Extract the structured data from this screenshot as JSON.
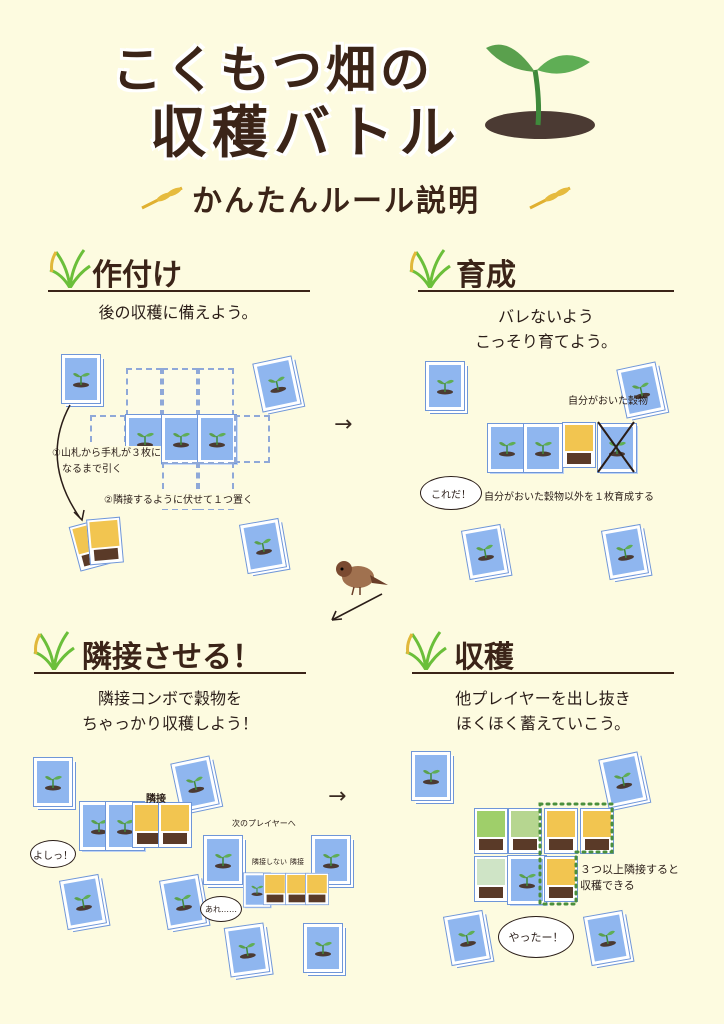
{
  "header": {
    "title_line1": "こくもつ畑の",
    "title_line2": "収穫バトル",
    "subtitle": "かんたんルール説明"
  },
  "sections": {
    "planting": {
      "title": "作付け",
      "desc": "後の収穫に備えよう。",
      "note1": "①山札から手札が３枚に\n　なるまで引く",
      "note2": "②隣接するように伏せて１つ置く"
    },
    "growing": {
      "title": "育成",
      "desc": "バレないよう\nこっそり育てよう。",
      "note1": "自分がおいた穀物",
      "note2": "自分がおいた穀物以外を１枚育成する",
      "bubble": "これだ！"
    },
    "adjacent": {
      "title": "隣接させる！",
      "desc": "隣接コンボで穀物を\nちゃっかり収穫しよう！",
      "label_adjacent": "隣接",
      "label_next": "次のプレイヤーへ",
      "label_not_adjacent": "隣接しない",
      "label_adjacent2": "隣接",
      "bubble1": "よしっ！",
      "bubble2": "あれ……"
    },
    "harvest": {
      "title": "収穫",
      "desc": "他プレイヤーを出し抜き\nほくほく蓄えていこう。",
      "note": "３つ以上隣接すると\n収穫できる",
      "bubble": "やったー！"
    }
  },
  "colors": {
    "card": "#8fb6ef",
    "ink": "#3b2418",
    "background": "#fdfbe0",
    "grain": "#f2c550"
  }
}
